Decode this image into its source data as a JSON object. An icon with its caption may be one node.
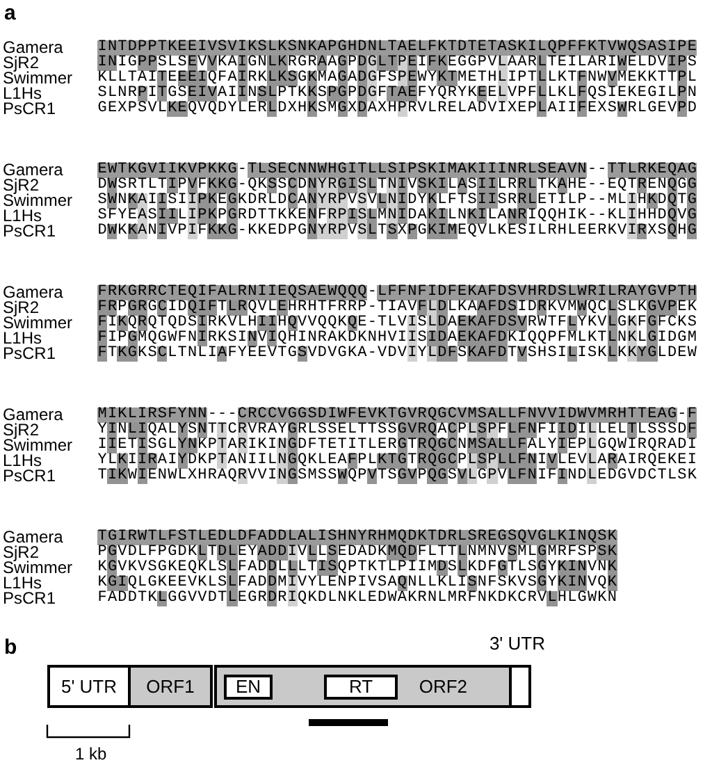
{
  "diagram": {
    "nodes": [
      {
        "text": [
          "5' UTR"
        ]
      },
      {
        "text": [
          "ORF1"
        ]
      },
      {
        "text": [
          "ORF2"
        ]
      },
      {
        "text": [
          "EN"
        ],
        "in": 2
      },
      {
        "text": [
          "RT"
        ],
        "in": 2
      },
      {
        "text": [
          "3' UTR"
        ]
      }
    ],
    "labels": [
      "a",
      "Gamera",
      "INTDPPTKEEIVSVIKSLKSNKAPGHDNLTAELFKTDTETASKILQPFFKTVWQSASIPE",
      "SjR2",
      "INIGPPSLSEVVKAIGNLKRGRAAGPDGLTPEIFKEGGPVLAARLTEILARIWELDVIPS",
      "Swimmer",
      "KLLTAITEEEIQFAIRKLKSGKMAGADGFSPEWYKTMETHLIPTLLKTFNWVMEKKTTPL",
      "L1Hs",
      "SLNRPITGSEIVAIINSLPTKKSPGPDGFTAEFYQRYKEELVPFLLKLFQSIEKEGILPN",
      "PsCR1",
      "GEXPSVLKEQVQDYLERLDXHKSMGXDAXHPRVLRELADVIXEPLAIIFEXSWRLGEVPD",
      "Gamera",
      "EWTKGVIIKVPKKG-TLSECNNWHGITLLSIPSKIMAKIIINRLSEAVN--TTLRKEQAG",
      "SjR2",
      "DWSRTLTIPVFKKG-QKSSCDNYRGISLTNIVSKILASIILRRLTKAHE--EQTRENQGG",
      "Swimmer",
      "SWNKAIISIIPKEGKDRLDCANYRPVSVLNIDYKLFTSIISRRLETILP--MLIHKDQTG",
      "L1Hs",
      "SFYEASIILIPKPGRDTTKKENFRPISLMNIDAKILNKILANRIQQHIK--KLIHHDQVG",
      "PsCR1",
      "DWKKANIVPIFKKG-KKEDPGNYRPVSLTSXPGKIMEQVLKESILRHLEERKVIRXSQHG",
      "Gamera",
      "FRKGRRCTEQIFALRNIIEQSAEWQQQ-LFFNFIDFEKAFDSVHRDSLWRILRAYGVPTH",
      "SjR2",
      "FRPGRGCIDQIFTLRQVLEHRHTFRRP-TIAVFLDLKAAFDSIDRKVMWQCLSLKGVPEK",
      "Swimmer",
      "FIKQRQTQDSIRKVLHIIHQVVQQKQE-TLVISLDAEKAFDSVRWTFLYKVLGKFGFCKS",
      "L1Hs",
      "FIPGMQGWFNIRKSINVIQHINRAKDKNHVIISIDAEKAFDKIQQPFMLKTLNKLGIDGM",
      "PsCR1",
      "FTKGKSCLTNLIAFYEEVTGSVDVGKA-VDVIYLDFSKAFDTVSHSILISKLKKYGLDEW",
      "Gamera",
      "MIKLIRSFYNN---CRCCVGGSDIWFEVKTGVRQGCVMSALLFNVVIDWVMRHTTEAG-F",
      "SjR2",
      "YINLIQALYSNTTCRVRAYGRLSSELTTSSGVRQACPLSPFLFNFIIDILLELTLSSSDF",
      "Swimmer",
      "IIETISGLYNKPTARIKINGDFTETITLERGTRQGCNMSALLFALYIEPLGQWIRQRADI",
      "L1Hs",
      "YLKIIRAIYDKPTANIILNGQKLEAFPLKTGTRQGCPLSPLLFNIVLEVLARAIRQEKEI",
      "PsCR1",
      "TIKWIENWLXHRAQRVVINGSMSSWQPVTSGVPQGSVLGPVLFNIFINDLEDGVDCTLSK",
      "Gamera",
      "TGIRWTLFSTLEDLDFADDLALISHNYRHMQDKTDRLSREGSQVGLKINQSK",
      "SjR2",
      "PGVDLFPGDKLTDLEYADDIVLLSEDADKMQDFLTTLNMNVSMLGMRFSPSK",
      "Swimmer",
      "KGVKVSGKEQKLSLFADDLLLTISQPTKTLPIIMDSLKDFGTLSGYKINVNK",
      "L1Hs",
      "KGIQLGKEEVKLSLFADDMIVYLENPIVSAQNLLKLISNFSKVSGYKINVQK",
      "PsCR1",
      "FADDTKLGGVVDTLEGRDRIQKDLNKLEDWAKRNLMRFNKDKCRVLHLGWKN",
      "b",
      "1 kb"
    ]
  }
}
